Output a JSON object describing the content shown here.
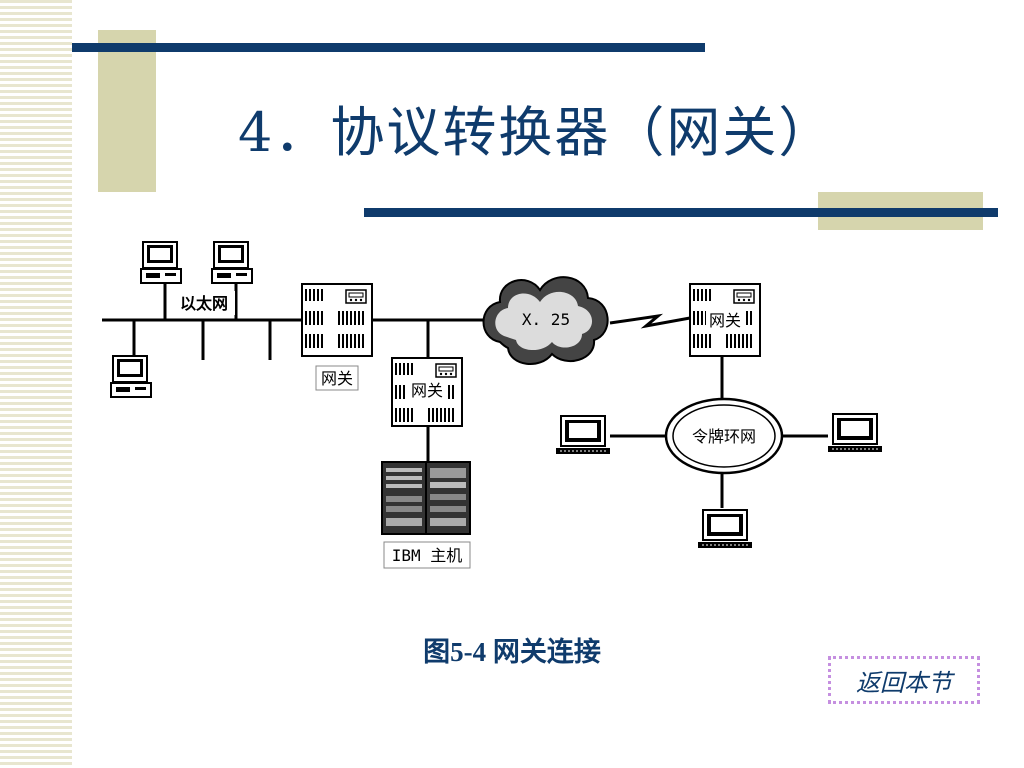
{
  "slide": {
    "title": "4．协议转换器（网关）",
    "caption": "图5-4  网关连接",
    "back_link": "返回本节"
  },
  "colors": {
    "navy": "#0f3b6c",
    "accent": "#d6d5ad",
    "link_border": "#c58fe0"
  },
  "diagram": {
    "ethernet_label": "以太网",
    "gateway_left_label": "网关",
    "gateway_mid_label": "网关",
    "gateway_right_label": "网关",
    "x25_label": "X. 25",
    "token_ring_label": "令牌环网",
    "ibm_host_label": "IBM 主机"
  }
}
